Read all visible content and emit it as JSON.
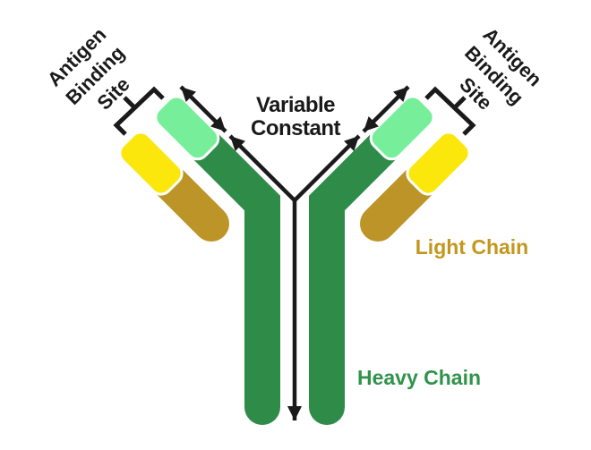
{
  "diagram": {
    "antigen_binding_site_left": [
      "Antigen",
      "Binding",
      "Site"
    ],
    "antigen_binding_site_right": [
      "Antigen",
      "Binding",
      "Site"
    ],
    "variable_label": "Variable",
    "constant_label": "Constant",
    "light_chain_label": "Light Chain",
    "heavy_chain_label": "Heavy Chain"
  },
  "colors": {
    "heavy_chain_green": "#2F8C48",
    "variable_heavy_mint": "#77EF9A",
    "light_chain_gold": "#BC9428",
    "variable_light_yellow": "#FBE70B",
    "light_chain_label_gold": "#C3971D",
    "heavy_chain_label_green": "#30934B",
    "annotation_black": "#1A1A1A"
  }
}
